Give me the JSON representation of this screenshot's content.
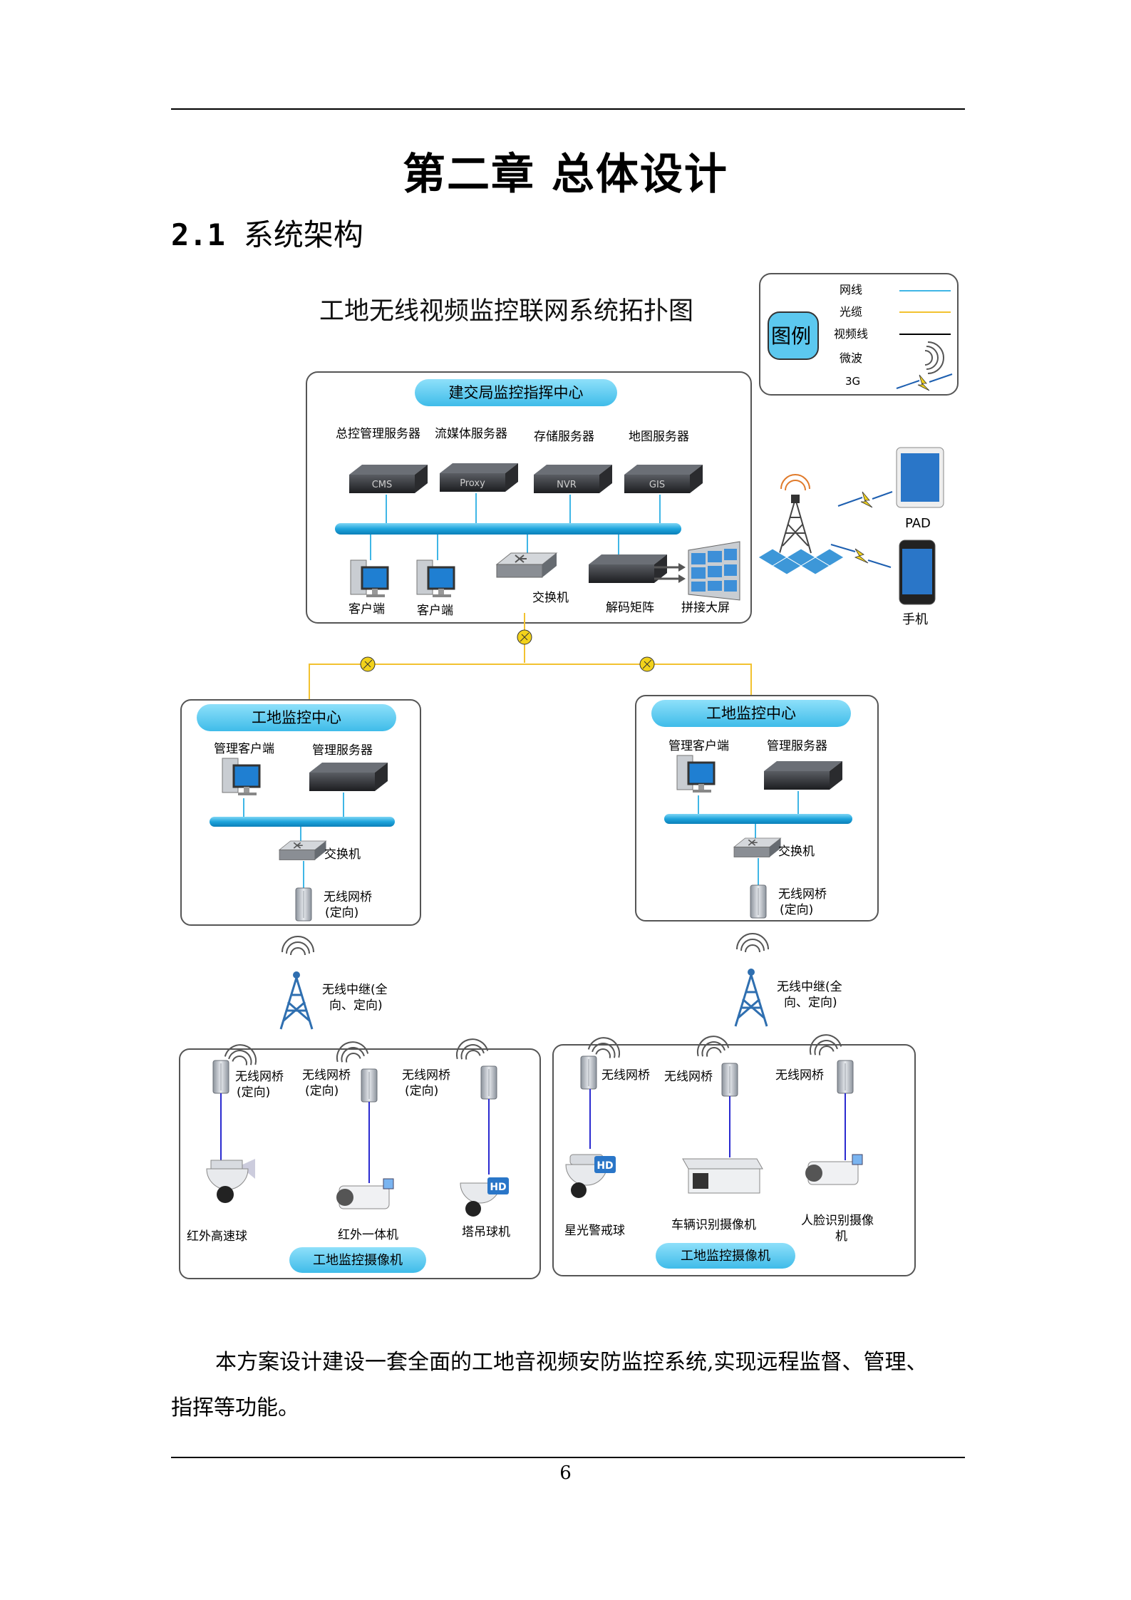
{
  "chapter_title": "第二章 总体设计",
  "section": {
    "number": "2.1",
    "title": "系统架构"
  },
  "diagram": {
    "title": "工地无线视频监控联网系统拓扑图",
    "legend": {
      "label": "图例",
      "items": [
        {
          "name": "网线",
          "color": "#3fb6e6"
        },
        {
          "name": "光缆",
          "color": "#f2c230"
        },
        {
          "name": "视频线",
          "color": "#000000"
        },
        {
          "name": "微波",
          "icon": "wave-icon"
        },
        {
          "name": "3G",
          "icon": "lightning-icon"
        }
      ]
    },
    "hq": {
      "title": "建交局监控指挥中心",
      "servers": [
        {
          "label": "总控管理服务器",
          "tag": "CMS"
        },
        {
          "label": "流媒体服务器",
          "tag": "Proxy"
        },
        {
          "label": "存储服务器",
          "tag": "NVR"
        },
        {
          "label": "地图服务器",
          "tag": "GIS"
        }
      ],
      "client1": "客户端",
      "client2": "客户端",
      "switch": "交换机",
      "decoder": "解码矩阵",
      "videowall": "拼接大屏"
    },
    "mobile": {
      "pad": "PAD",
      "phone": "手机"
    },
    "site_left": {
      "title": "工地监控中心",
      "client": "管理客户端",
      "server": "管理服务器",
      "switch": "交换机",
      "bridge": "无线网桥",
      "bridge_sub": "(定向)"
    },
    "site_right": {
      "title": "工地监控中心",
      "client": "管理客户端",
      "server": "管理服务器",
      "switch": "交换机",
      "bridge": "无线网桥",
      "bridge_sub": "(定向)"
    },
    "relay_left": {
      "line1": "无线中继(全",
      "line2": "向、定向)"
    },
    "relay_right": {
      "line1": "无线中继(全",
      "line2": "向、定向)"
    },
    "cams_left": {
      "title": "工地监控摄像机",
      "bridges": [
        {
          "l1": "无线网桥",
          "l2": "(定向)"
        },
        {
          "l1": "无线网桥",
          "l2": "(定向)"
        },
        {
          "l1": "无线网桥",
          "l2": "(定向)"
        }
      ],
      "cameras": [
        "红外高速球",
        "红外一体机",
        "塔吊球机"
      ]
    },
    "cams_right": {
      "title": "工地监控摄像机",
      "bridges": [
        "无线网桥",
        "无线网桥",
        "无线网桥"
      ],
      "cameras": [
        "星光警戒球",
        "车辆识别摄像机",
        "人脸识别摄像",
        "机"
      ]
    }
  },
  "body_text": {
    "line1": "本方案设计建设一套全面的工地音视频安防监控系统,实现远程监督、管理、",
    "line2": "指挥等功能。"
  },
  "page_number": "6"
}
